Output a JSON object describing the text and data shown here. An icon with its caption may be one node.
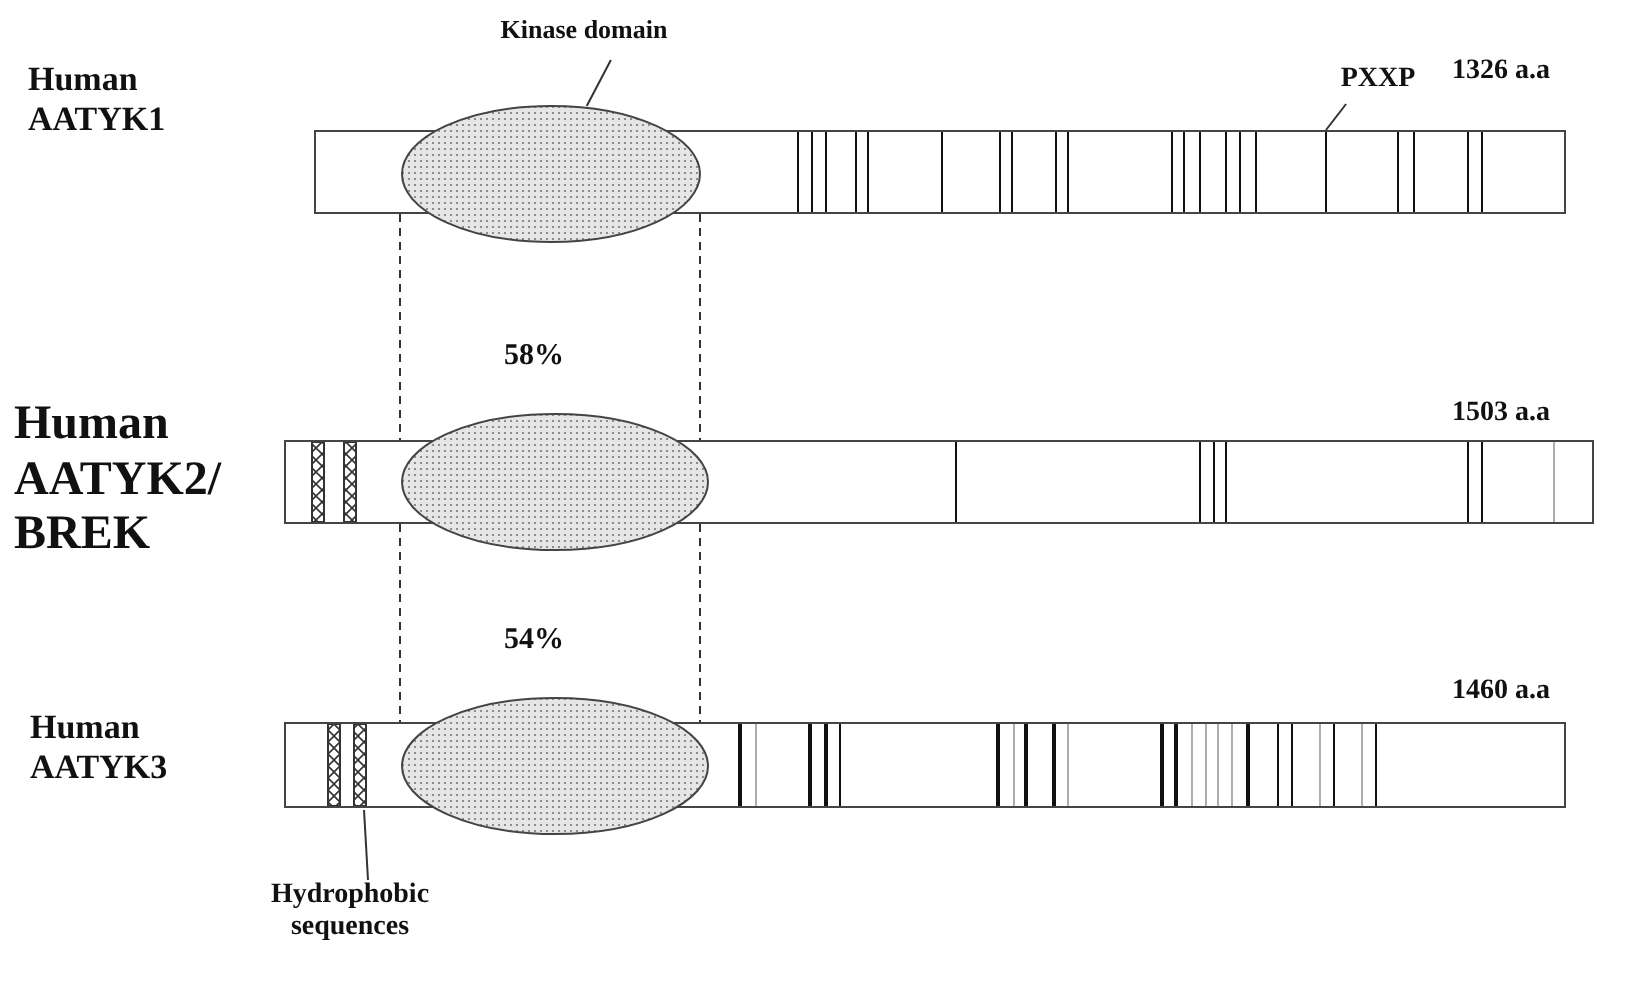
{
  "diagram": {
    "nodes": [
      {
        "text": [
          "Kinase domain"
        ]
      },
      {
        "text": [
          "PXXP"
        ]
      },
      {
        "text": [
          "Human AATYK1"
        ],
        "beside": [
          "1326 a.a"
        ]
      },
      {
        "text": [],
        "shape": "ellipse"
      },
      {
        "text": [
          "Human AATYK2/ BREK"
        ],
        "beside": [
          "1503 a.a"
        ]
      },
      {
        "text": [],
        "shape": "ellipse"
      },
      {
        "text": [
          "Human AATYK3"
        ],
        "beside": [
          "1460 a.a"
        ]
      },
      {
        "text": [],
        "shape": "ellipse"
      },
      {
        "text": [
          "Hydrophobic sequences"
        ]
      }
    ],
    "edges": [
      {
        "from": 0,
        "to": 3,
        "arrow": "none"
      },
      {
        "from": 1,
        "to": 2,
        "arrow": "none"
      },
      {
        "from": 8,
        "to": 6,
        "arrow": "none"
      }
    ],
    "labels": [
      "58%",
      "54%"
    ]
  }
}
